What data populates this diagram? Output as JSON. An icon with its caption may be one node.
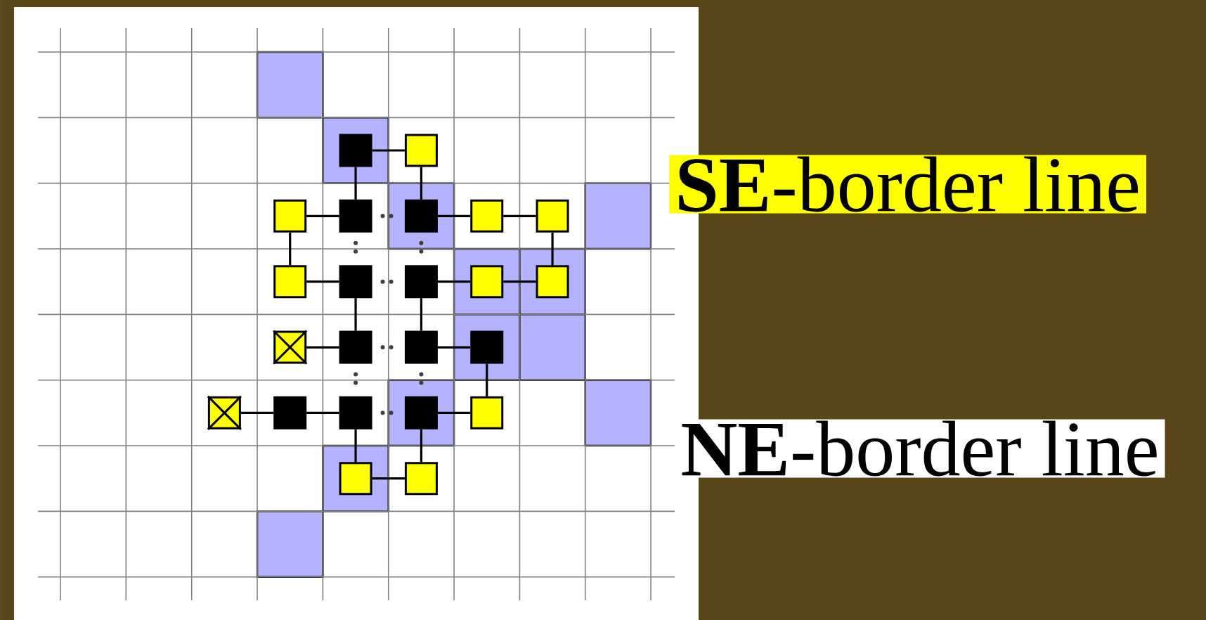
{
  "diagram": {
    "nodes": [
      {
        "text": [],
        "shape": "box"
      },
      {
        "text": [],
        "shape": "box"
      },
      {
        "text": [],
        "shape": "box"
      },
      {
        "text": [],
        "shape": "box"
      },
      {
        "text": [],
        "shape": "box"
      },
      {
        "text": [],
        "shape": "box"
      },
      {
        "text": [],
        "shape": "box"
      },
      {
        "text": [],
        "shape": "box"
      },
      {
        "text": [],
        "shape": "box"
      },
      {
        "text": [],
        "shape": "box"
      },
      {
        "text": [],
        "shape": "box"
      },
      {
        "text": [],
        "shape": "box"
      },
      {
        "text": [],
        "shape": "box"
      },
      {
        "text": [],
        "shape": "box"
      },
      {
        "text": [],
        "shape": "box"
      },
      {
        "text": [],
        "shape": "box"
      },
      {
        "text": [],
        "shape": "box"
      },
      {
        "text": [],
        "shape": "box"
      },
      {
        "text": [],
        "shape": "box"
      },
      {
        "text": [],
        "shape": "box"
      },
      {
        "text": [],
        "shape": "box"
      },
      {
        "text": [],
        "shape": "box"
      },
      {
        "text": [],
        "shape": "box"
      }
    ],
    "edges": [
      {
        "from": 0,
        "to": 1,
        "arrow": "none"
      },
      {
        "from": 0,
        "to": 3,
        "arrow": "none"
      },
      {
        "from": 1,
        "to": 4,
        "arrow": "none"
      },
      {
        "from": 2,
        "to": 3,
        "arrow": "none"
      },
      {
        "from": 3,
        "to": 4,
        "arrow": "none",
        "style": "dashed"
      },
      {
        "from": 4,
        "to": 5,
        "arrow": "none"
      },
      {
        "from": 5,
        "to": 6,
        "arrow": "none"
      },
      {
        "from": 2,
        "to": 7,
        "arrow": "none"
      },
      {
        "from": 3,
        "to": 8,
        "arrow": "none",
        "style": "dashed"
      },
      {
        "from": 4,
        "to": 9,
        "arrow": "none",
        "style": "dashed"
      },
      {
        "from": 6,
        "to": 11,
        "arrow": "none"
      },
      {
        "from": 7,
        "to": 8,
        "arrow": "none"
      },
      {
        "from": 8,
        "to": 9,
        "arrow": "none",
        "style": "dashed"
      },
      {
        "from": 9,
        "to": 10,
        "arrow": "none"
      },
      {
        "from": 10,
        "to": 11,
        "arrow": "none"
      },
      {
        "from": 8,
        "to": 13,
        "arrow": "none"
      },
      {
        "from": 9,
        "to": 14,
        "arrow": "none"
      },
      {
        "from": 12,
        "to": 13,
        "arrow": "none"
      },
      {
        "from": 13,
        "to": 14,
        "arrow": "none",
        "style": "dashed"
      },
      {
        "from": 14,
        "to": 15,
        "arrow": "none"
      },
      {
        "from": 15,
        "to": 20,
        "arrow": "none"
      },
      {
        "from": 13,
        "to": 18,
        "arrow": "none",
        "style": "dashed"
      },
      {
        "from": 14,
        "to": 19,
        "arrow": "none",
        "style": "dashed"
      },
      {
        "from": 16,
        "to": 17,
        "arrow": "none"
      },
      {
        "from": 17,
        "to": 18,
        "arrow": "none"
      },
      {
        "from": 18,
        "to": 19,
        "arrow": "none",
        "style": "dashed"
      },
      {
        "from": 19,
        "to": 20,
        "arrow": "none"
      },
      {
        "from": 18,
        "to": 21,
        "arrow": "none"
      },
      {
        "from": 19,
        "to": 22,
        "arrow": "none"
      },
      {
        "from": 21,
        "to": 22,
        "arrow": "none"
      }
    ],
    "labels": [
      "**SE**-border line",
      "**NE**-border line"
    ]
  }
}
